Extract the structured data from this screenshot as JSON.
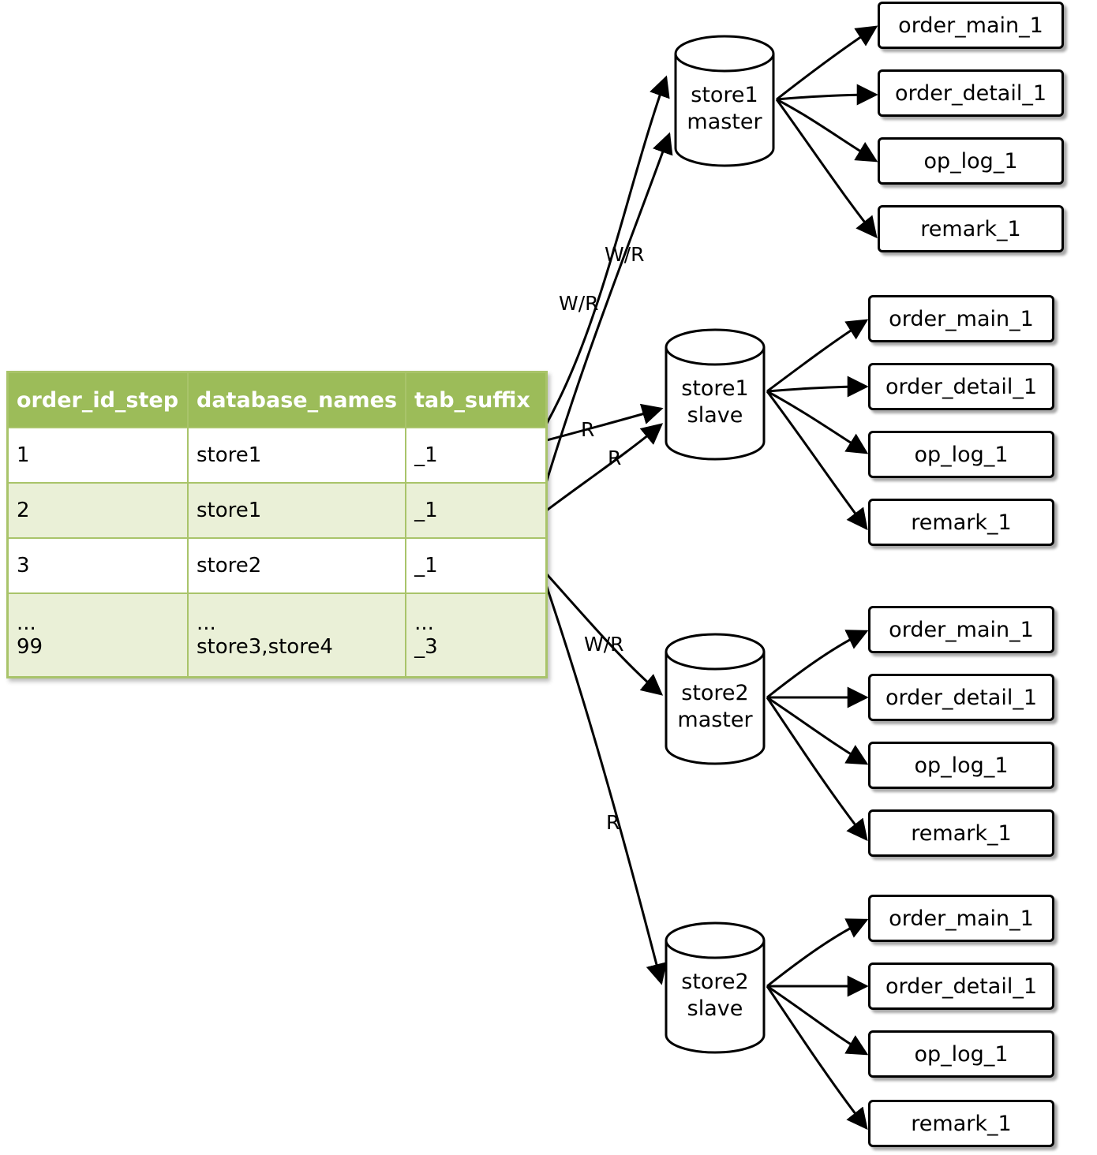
{
  "table": {
    "headers": [
      "order_id_step",
      "database_names",
      "tab_suffix"
    ],
    "rows": [
      {
        "step": "1",
        "db": "store1",
        "suffix": "_1"
      },
      {
        "step": "2",
        "db": "store1",
        "suffix": "_1"
      },
      {
        "step": "3",
        "db": "store2",
        "suffix": "_1"
      },
      {
        "step": "...\n99",
        "db": "...\nstore3,store4",
        "suffix": "...\n_3"
      }
    ]
  },
  "databases": [
    {
      "label": "store1\nmaster",
      "tables": [
        "order_main_1",
        "order_detail_1",
        "op_log_1",
        "remark_1"
      ]
    },
    {
      "label": "store1\nslave",
      "tables": [
        "order_main_1",
        "order_detail_1",
        "op_log_1",
        "remark_1"
      ]
    },
    {
      "label": "store2\nmaster",
      "tables": [
        "order_main_1",
        "order_detail_1",
        "op_log_1",
        "remark_1"
      ]
    },
    {
      "label": "store2\nslave",
      "tables": [
        "order_main_1",
        "order_detail_1",
        "op_log_1",
        "remark_1"
      ]
    }
  ],
  "edge_labels": {
    "row1_master": "W/R",
    "row2_master": "W/R",
    "row1_slave": "R",
    "row2_slave": "R",
    "row3_master": "W/R",
    "row3_slave": "R"
  }
}
